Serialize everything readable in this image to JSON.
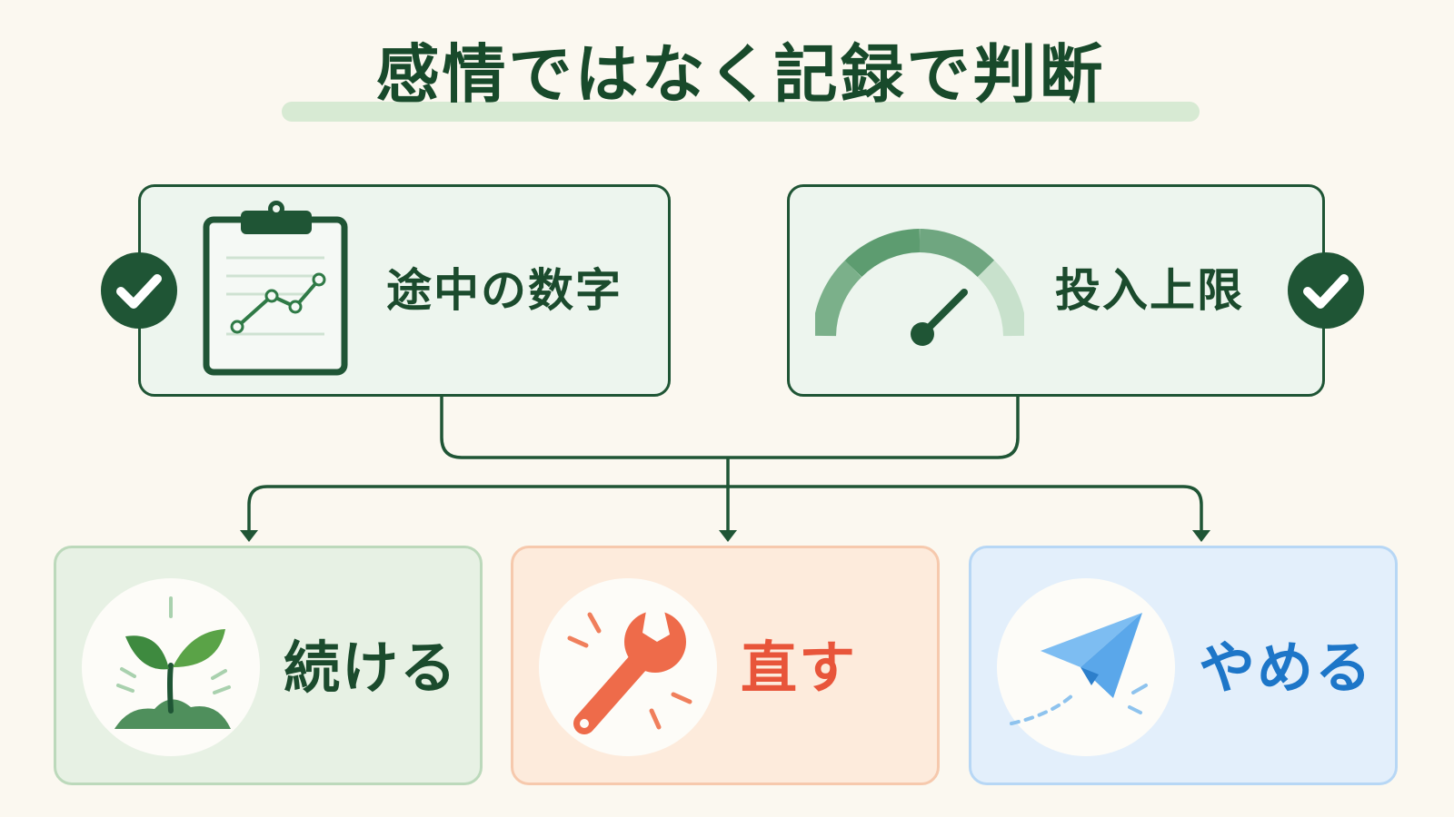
{
  "title": "感情ではなく記録で判断",
  "inputs": [
    {
      "label": "途中の数字",
      "icon": "clipboard-chart-icon"
    },
    {
      "label": "投入上限",
      "icon": "gauge-icon"
    }
  ],
  "outcomes": [
    {
      "label": "続ける",
      "icon": "sprout-icon"
    },
    {
      "label": "直す",
      "icon": "wrench-icon"
    },
    {
      "label": "やめる",
      "icon": "paper-plane-icon"
    }
  ],
  "badge_icon": "check-circle-icon",
  "colors": {
    "background": "#fbf8f0",
    "dark_green": "#1f5535",
    "continue_green": "#1b4b2d",
    "fix_orange": "#e8553a",
    "quit_blue": "#1d76c8"
  }
}
